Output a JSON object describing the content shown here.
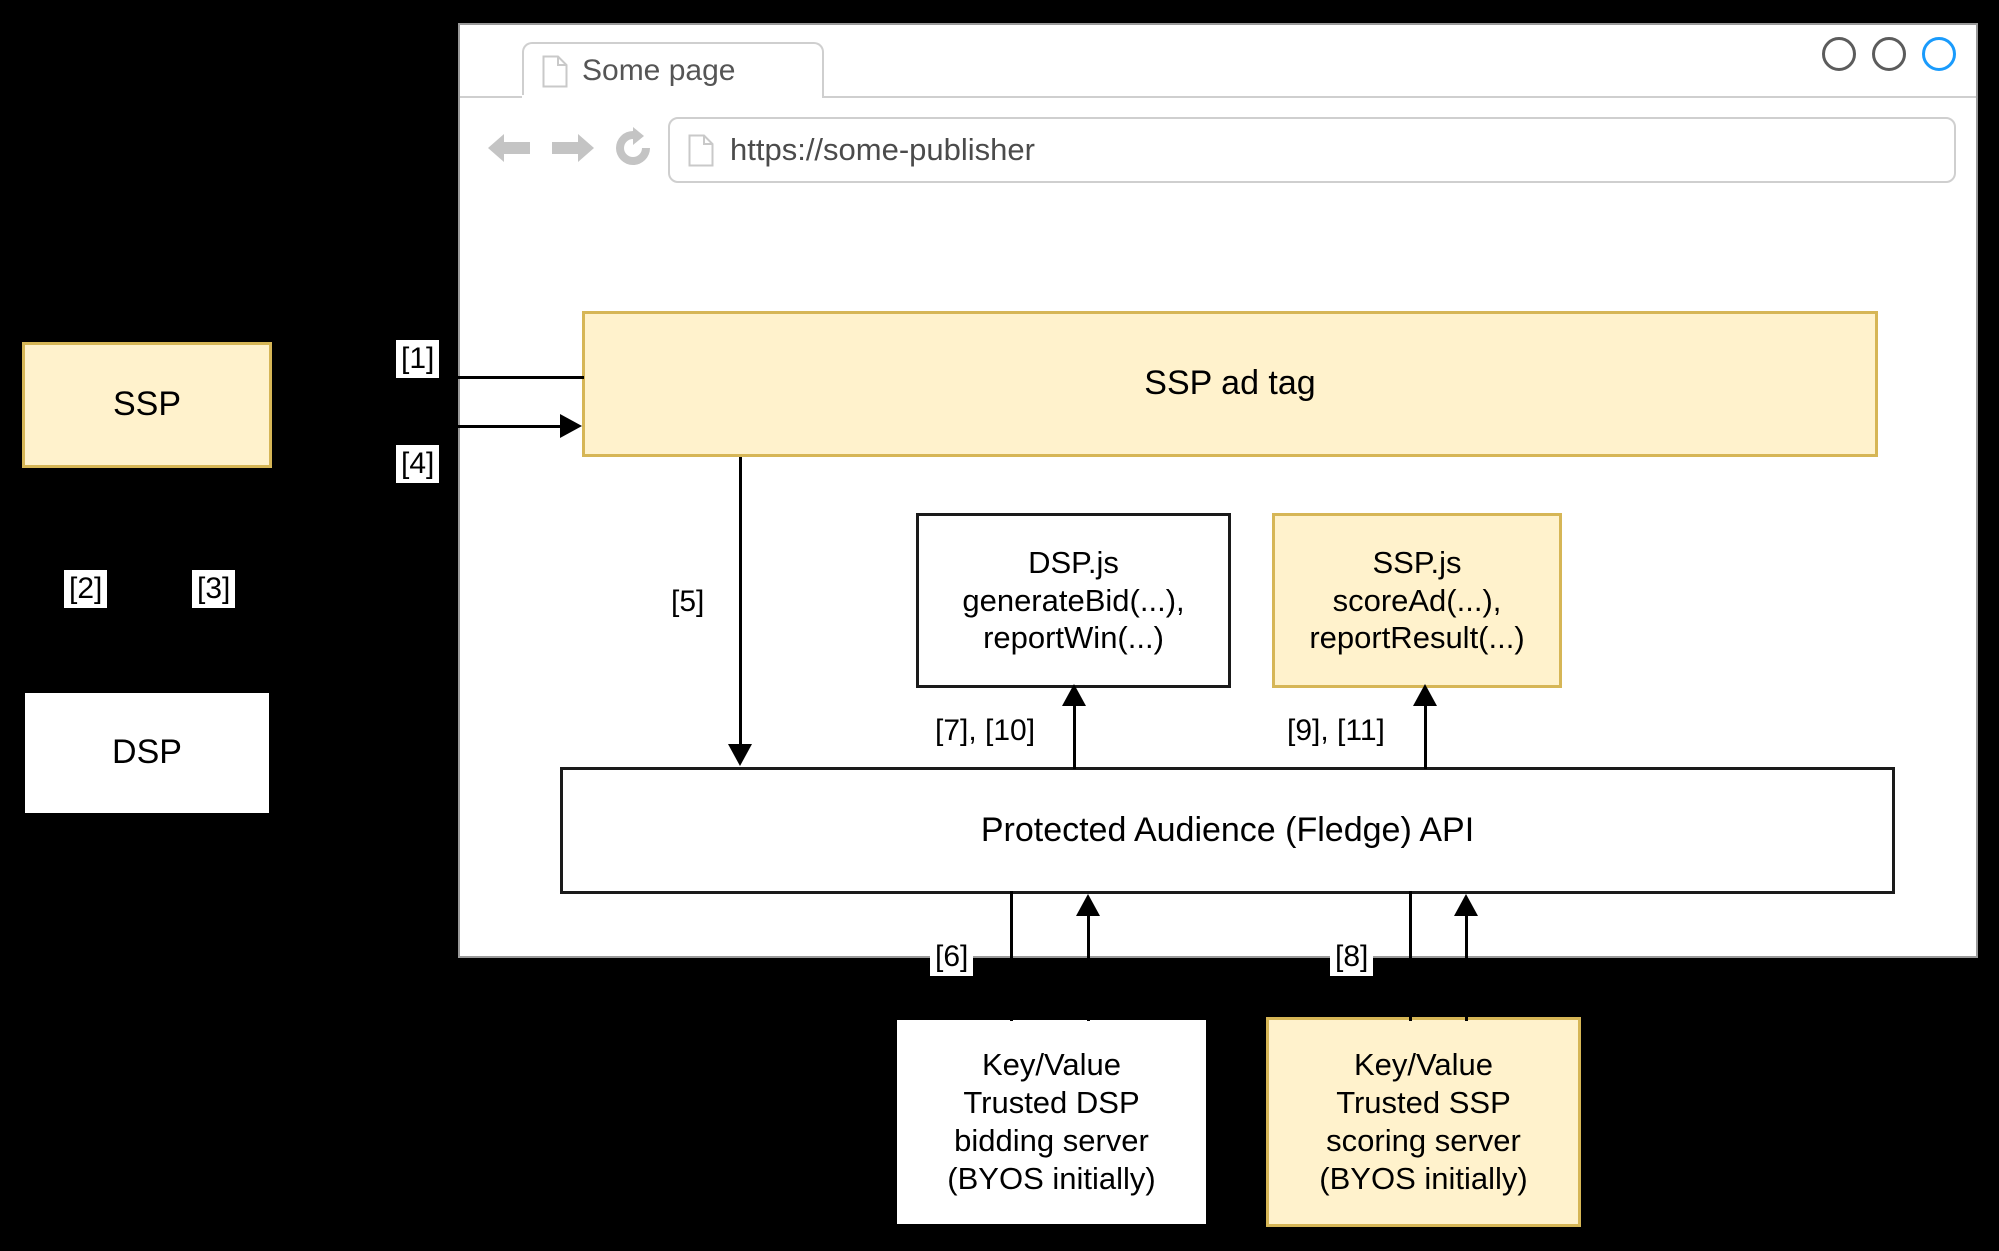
{
  "browser": {
    "tab": {
      "title": "Some page",
      "icon": "document-icon"
    },
    "window_controls": [
      {
        "name": "minimize-circle",
        "color": "#5c5c5c"
      },
      {
        "name": "maximize-circle",
        "color": "#5c5c5c"
      },
      {
        "name": "close-circle",
        "color": "#1a9bfc"
      }
    ],
    "toolbar": {
      "back_icon": "back-arrow-icon",
      "forward_icon": "forward-arrow-icon",
      "reload_icon": "reload-icon",
      "url_icon": "document-icon",
      "url_value": "https://some-publisher"
    }
  },
  "diagram": {
    "external_nodes": [
      {
        "id": "ssp",
        "label": "SSP",
        "fill": "#fff2cc",
        "stroke": "#d6b656"
      },
      {
        "id": "dsp",
        "label": "DSP",
        "fill": "#ffffff",
        "stroke": "#000000"
      }
    ],
    "page_nodes": [
      {
        "id": "ssp-ad-tag",
        "label": "SSP ad tag",
        "fill": "#fff2cc",
        "stroke": "#d6b656"
      },
      {
        "id": "dsp-js",
        "label": "DSP.js\ngenerateBid(...),\nreportWin(...)",
        "fill": "#ffffff",
        "stroke": "#1a1a1a"
      },
      {
        "id": "ssp-js",
        "label": "SSP.js\nscoreAd(...),\nreportResult(...)",
        "fill": "#fff2cc",
        "stroke": "#d6b656"
      },
      {
        "id": "fledge-api",
        "label": "Protected Audience (Fledge) API",
        "fill": "#ffffff",
        "stroke": "#1a1a1a"
      },
      {
        "id": "kv-dsp",
        "label": "Key/Value\nTrusted DSP\nbidding server\n(BYOS initially)",
        "fill": "#ffffff",
        "stroke": "#000000"
      },
      {
        "id": "kv-ssp",
        "label": "Key/Value\nTrusted SSP\nscoring server\n(BYOS initially)",
        "fill": "#fff2cc",
        "stroke": "#d6b656"
      }
    ],
    "step_labels": [
      {
        "id": "step-1",
        "text": "[1]"
      },
      {
        "id": "step-2",
        "text": "[2]"
      },
      {
        "id": "step-3",
        "text": "[3]"
      },
      {
        "id": "step-4",
        "text": "[4]"
      },
      {
        "id": "step-5",
        "text": "[5]"
      },
      {
        "id": "step-6",
        "text": "[6]"
      },
      {
        "id": "step-7-10",
        "text": "[7], [10]"
      },
      {
        "id": "step-8",
        "text": "[8]"
      },
      {
        "id": "step-9-11",
        "text": "[9], [11]"
      }
    ]
  }
}
